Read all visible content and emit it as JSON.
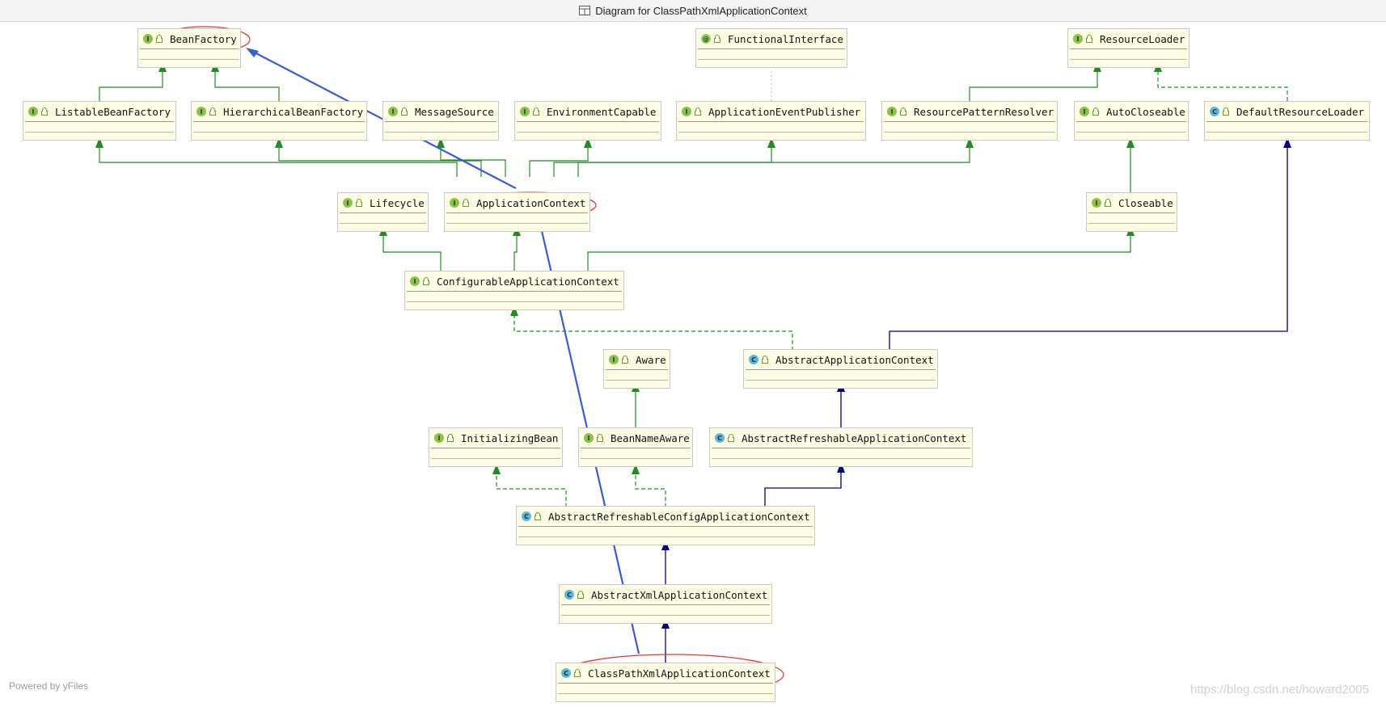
{
  "window": {
    "title": "Diagram for ClassPathXmlApplicationContext"
  },
  "nodes": [
    {
      "id": "BeanFactory",
      "label": "BeanFactory",
      "kind": "I"
    },
    {
      "id": "FunctionalInterface",
      "label": "FunctionalInterface",
      "kind": "@"
    },
    {
      "id": "ResourceLoader",
      "label": "ResourceLoader",
      "kind": "I"
    },
    {
      "id": "ListableBeanFactory",
      "label": "ListableBeanFactory",
      "kind": "I"
    },
    {
      "id": "HierarchicalBeanFactory",
      "label": "HierarchicalBeanFactory",
      "kind": "I"
    },
    {
      "id": "MessageSource",
      "label": "MessageSource",
      "kind": "I"
    },
    {
      "id": "EnvironmentCapable",
      "label": "EnvironmentCapable",
      "kind": "I"
    },
    {
      "id": "ApplicationEventPublisher",
      "label": "ApplicationEventPublisher",
      "kind": "I"
    },
    {
      "id": "ResourcePatternResolver",
      "label": "ResourcePatternResolver",
      "kind": "I"
    },
    {
      "id": "AutoCloseable",
      "label": "AutoCloseable",
      "kind": "I"
    },
    {
      "id": "DefaultResourceLoader",
      "label": "DefaultResourceLoader",
      "kind": "C"
    },
    {
      "id": "Lifecycle",
      "label": "Lifecycle",
      "kind": "I"
    },
    {
      "id": "ApplicationContext",
      "label": "ApplicationContext",
      "kind": "I"
    },
    {
      "id": "Closeable",
      "label": "Closeable",
      "kind": "I"
    },
    {
      "id": "ConfigurableApplicationContext",
      "label": "ConfigurableApplicationContext",
      "kind": "I"
    },
    {
      "id": "Aware",
      "label": "Aware",
      "kind": "I"
    },
    {
      "id": "AbstractApplicationContext",
      "label": "AbstractApplicationContext",
      "kind": "C"
    },
    {
      "id": "InitializingBean",
      "label": "InitializingBean",
      "kind": "I"
    },
    {
      "id": "BeanNameAware",
      "label": "BeanNameAware",
      "kind": "I"
    },
    {
      "id": "AbstractRefreshableApplicationContext",
      "label": "AbstractRefreshableApplicationContext",
      "kind": "C"
    },
    {
      "id": "AbstractRefreshableConfigApplicationContext",
      "label": "AbstractRefreshableConfigApplicationContext",
      "kind": "C"
    },
    {
      "id": "AbstractXmlApplicationContext",
      "label": "AbstractXmlApplicationContext",
      "kind": "C"
    },
    {
      "id": "ClassPathXmlApplicationContext",
      "label": "ClassPathXmlApplicationContext",
      "kind": "C"
    }
  ],
  "edges": [
    {
      "from": "ListableBeanFactory",
      "to": "BeanFactory",
      "type": "extends"
    },
    {
      "from": "HierarchicalBeanFactory",
      "to": "BeanFactory",
      "type": "extends"
    },
    {
      "from": "ResourcePatternResolver",
      "to": "ResourceLoader",
      "type": "extends"
    },
    {
      "from": "DefaultResourceLoader",
      "to": "ResourceLoader",
      "type": "implements"
    },
    {
      "from": "ApplicationEventPublisher",
      "to": "FunctionalInterface",
      "type": "annotated"
    },
    {
      "from": "ApplicationContext",
      "to": "ListableBeanFactory",
      "type": "extends"
    },
    {
      "from": "ApplicationContext",
      "to": "HierarchicalBeanFactory",
      "type": "extends"
    },
    {
      "from": "ApplicationContext",
      "to": "MessageSource",
      "type": "extends"
    },
    {
      "from": "ApplicationContext",
      "to": "EnvironmentCapable",
      "type": "extends"
    },
    {
      "from": "ApplicationContext",
      "to": "ApplicationEventPublisher",
      "type": "extends"
    },
    {
      "from": "ApplicationContext",
      "to": "ResourcePatternResolver",
      "type": "extends"
    },
    {
      "from": "Closeable",
      "to": "AutoCloseable",
      "type": "extends"
    },
    {
      "from": "ConfigurableApplicationContext",
      "to": "Lifecycle",
      "type": "extends"
    },
    {
      "from": "ConfigurableApplicationContext",
      "to": "ApplicationContext",
      "type": "extends"
    },
    {
      "from": "ConfigurableApplicationContext",
      "to": "Closeable",
      "type": "extends"
    },
    {
      "from": "AbstractApplicationContext",
      "to": "ConfigurableApplicationContext",
      "type": "implements"
    },
    {
      "from": "AbstractApplicationContext",
      "to": "DefaultResourceLoader",
      "type": "class-extends"
    },
    {
      "from": "BeanNameAware",
      "to": "Aware",
      "type": "extends"
    },
    {
      "from": "AbstractRefreshableApplicationContext",
      "to": "AbstractApplicationContext",
      "type": "class-extends"
    },
    {
      "from": "AbstractRefreshableConfigApplicationContext",
      "to": "InitializingBean",
      "type": "implements"
    },
    {
      "from": "AbstractRefreshableConfigApplicationContext",
      "to": "BeanNameAware",
      "type": "implements"
    },
    {
      "from": "AbstractRefreshableConfigApplicationContext",
      "to": "AbstractRefreshableApplicationContext",
      "type": "class-extends"
    },
    {
      "from": "AbstractXmlApplicationContext",
      "to": "AbstractRefreshableConfigApplicationContext",
      "type": "class-extends"
    },
    {
      "from": "ClassPathXmlApplicationContext",
      "to": "AbstractXmlApplicationContext",
      "type": "class-extends"
    }
  ],
  "highlighted_nodes": [
    "BeanFactory",
    "ApplicationContext",
    "ClassPathXmlApplicationContext"
  ],
  "footer": {
    "powered_by": "Powered by yFiles"
  },
  "watermark": "https://blog.csdn.net/howard2005",
  "colors": {
    "node_fill": "#fdfde6",
    "interface_edge": "#228b22",
    "class_edge": "#000080",
    "annotation_blue": "#3a5bd9",
    "highlight_red": "#e53935"
  }
}
